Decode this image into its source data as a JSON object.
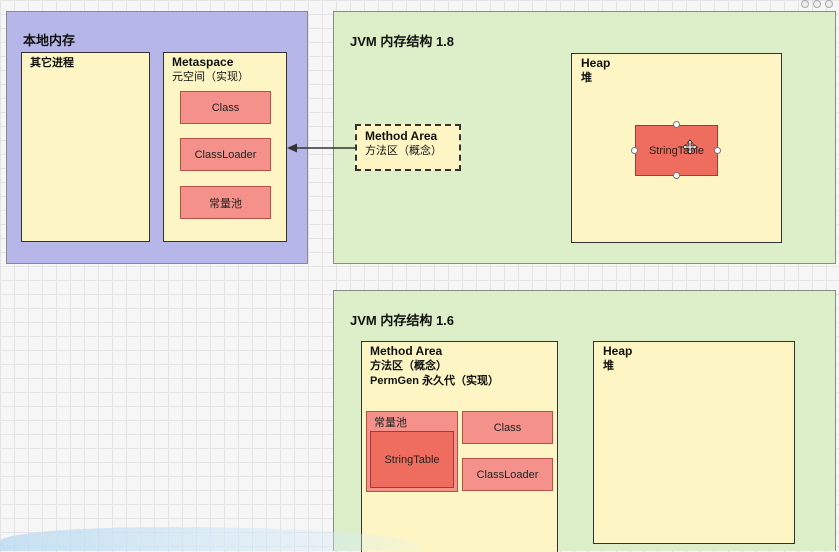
{
  "local_memory": {
    "title": "本地内存",
    "other_process": "其它进程",
    "metaspace": {
      "title": "Metaspace",
      "subtitle": "元空间（实现）",
      "items": [
        "Class",
        "ClassLoader",
        "常量池"
      ]
    }
  },
  "jvm18": {
    "title": "JVM 内存结构 1.8",
    "method_area": {
      "title": "Method Area",
      "subtitle": "方法区（概念）"
    },
    "heap": {
      "title": "Heap",
      "subtitle": "堆",
      "string_table": "StringTable"
    }
  },
  "jvm16": {
    "title": "JVM 内存结构 1.6",
    "method_area": {
      "title": "Method Area",
      "line2": "方法区（概念）",
      "line3": "PermGen 永久代（实现）",
      "constant_pool": "常量池",
      "string_table": "StringTable",
      "items": [
        "Class",
        "ClassLoader"
      ]
    },
    "heap": {
      "title": "Heap",
      "subtitle": "堆"
    }
  },
  "colors": {
    "local_bg": "#b7b6e8",
    "jvm_bg": "#dcefc8",
    "box_yellow": "#fdf6c4",
    "box_red": "#f4918a",
    "box_red_strong": "#ee6d5f"
  }
}
